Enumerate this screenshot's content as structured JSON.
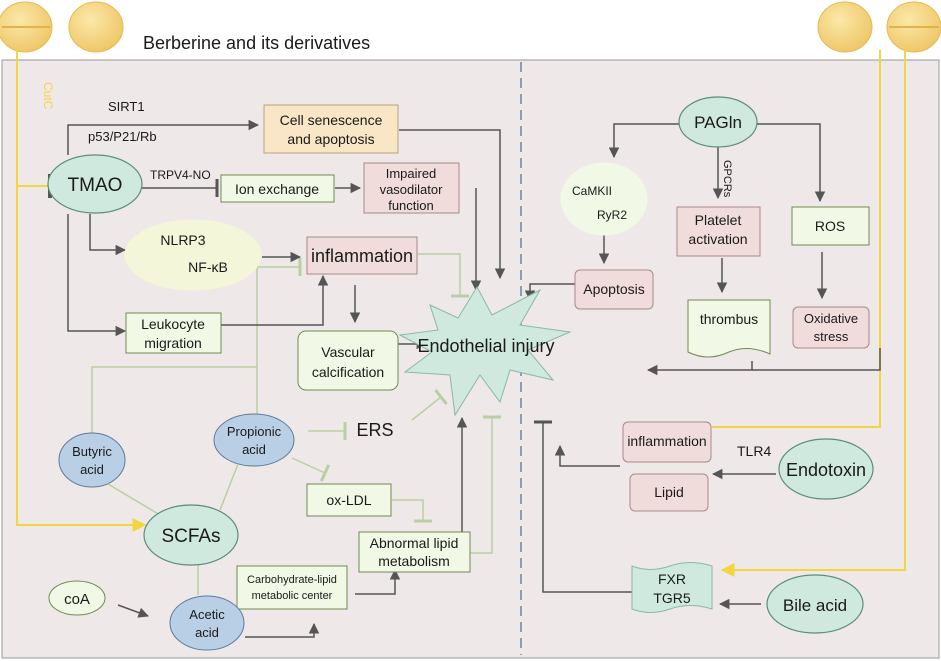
{
  "header": {
    "title": "Berberine and its derivatives"
  },
  "labels": {
    "cutc": "CutC",
    "tmao": "TMAO",
    "sirt1": "SIRT1",
    "p53": "p53/P21/Rb",
    "senescence_1": "Cell senescence",
    "senescence_2": "and apoptosis",
    "trpv4": "TRPV4-NO",
    "ion_exchange": "Ion exchange",
    "impaired_1": "Impaired",
    "impaired_2": "vasodilator",
    "impaired_3": "function",
    "nlrp3": "NLRP3",
    "nfkb": "NF-κB",
    "inflammation_left": "inflammation",
    "leukocyte_1": "Leukocyte",
    "leukocyte_2": "migration",
    "vascular_1": "Vascular",
    "vascular_2": "calcification",
    "endothelial": "Endothelial injury",
    "butyric_1": "Butyric",
    "butyric_2": "acid",
    "propionic_1": "Propionic",
    "propionic_2": "acid",
    "ers": "ERS",
    "oxldl": "ox-LDL",
    "scfas": "SCFAs",
    "abnormal_1": "Abnormal lipid",
    "abnormal_2": "metabolism",
    "coa": "coA",
    "carb_1": "Carbohydrate-lipid",
    "carb_2": "metabolic center",
    "acetic_1": "Acetic",
    "acetic_2": "acid",
    "pagln": "PAGln",
    "camkii": "CaMKII",
    "ryr2": "RyR2",
    "gpcrs": "GPCRs",
    "platelet_1": "Platelet",
    "platelet_2": "activation",
    "ros": "ROS",
    "apoptosis": "Apoptosis",
    "thrombus": "thrombus",
    "oxidative_1": "Oxidative",
    "oxidative_2": "stress",
    "inflammation_right": "inflammation",
    "lipid": "Lipid",
    "tlr4": "TLR4",
    "endotoxin": "Endotoxin",
    "fxr": "FXR",
    "tgr5": "TGR5",
    "bile_acid": "Bile acid"
  },
  "colors": {
    "panel": "#efe8e8",
    "ellipse_green": "#cfe9de",
    "ellipse_blue": "#b9cfe6",
    "ellipse_yellow": "#f3f6d8",
    "box_green": "#f1f8e5",
    "box_pink": "#f1dcdc",
    "box_peach": "#f8e6c6",
    "arrow": "#555555",
    "inhibit": "#b8cfa4",
    "yellow_line": "#f2d640",
    "pill": "#f5d77e"
  }
}
